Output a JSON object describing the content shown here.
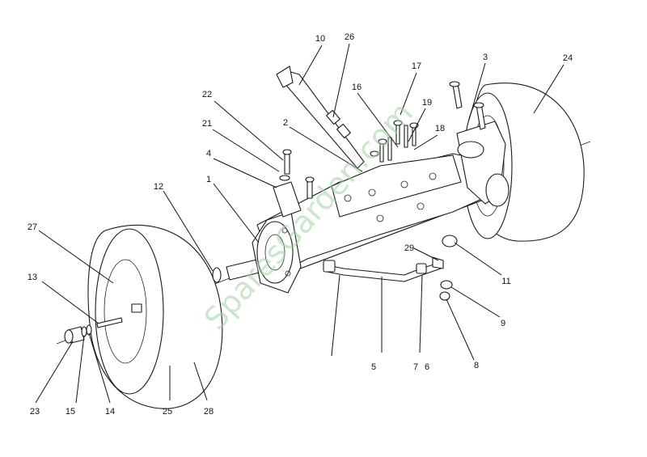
{
  "diagram": {
    "watermark": "SparesGarden.com",
    "callouts": [
      "10",
      "26",
      "17",
      "3",
      "24",
      "22",
      "16",
      "19",
      "18",
      "21",
      "2",
      "4",
      "1",
      "12",
      "27",
      "29",
      "13",
      "11",
      "9",
      "5",
      "7",
      "6",
      "8",
      "23",
      "15",
      "14",
      "25",
      "28"
    ]
  }
}
